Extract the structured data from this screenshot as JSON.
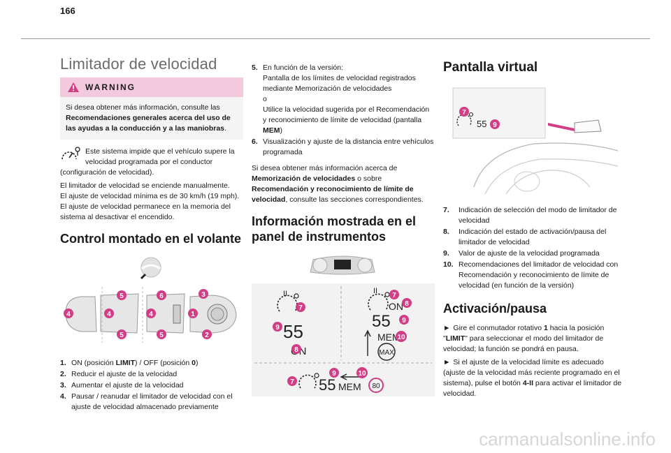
{
  "page": {
    "number": "166"
  },
  "col1": {
    "title": "Limitador de velocidad",
    "warning": {
      "heading": "WARNING",
      "text_before": "Si desea obtener más información, consulte las ",
      "text_bold": "Recomendaciones generales acerca del uso de las ayudas a la conducción y a las maniobras",
      "text_after": "."
    },
    "intro_lines": [
      "Este sistema impide que el vehículo supere la velocidad programada por el conductor (configuración de velocidad).",
      "El limitador de velocidad se enciende manualmente.",
      "El ajuste de velocidad mínima es de 30 km/h (19 mph).",
      "El ajuste de velocidad permanece en la memoria del sistema al desactivar el encendido."
    ],
    "heading2": "Control montado en el volante",
    "list": [
      {
        "num": "1.",
        "pre": "ON (posición ",
        "b1": "LIMIT",
        "mid": ") / OFF (posición ",
        "b2": "0",
        "post": ")"
      },
      {
        "num": "2.",
        "text": "Reducir el ajuste de la velocidad"
      },
      {
        "num": "3.",
        "text": "Aumentar el ajuste de la velocidad"
      },
      {
        "num": "4.",
        "text": "Pausar / reanudar el limitador de velocidad con el ajuste de velocidad almacenado previamente"
      }
    ],
    "figure_labels": [
      "5",
      "6",
      "3",
      "4",
      "4",
      "4",
      "1",
      "5",
      "5",
      "2"
    ]
  },
  "col2": {
    "list": [
      {
        "num": "5.",
        "lines": [
          "En función de la versión:",
          "Pantalla de los límites de velocidad registrados mediante Memorización de velocidades",
          "o",
          "Utilice la velocidad sugerida por el Recomendación y reconocimiento de límite de velocidad (pantalla "
        ],
        "bold_end": "MEM",
        "end": ")"
      },
      {
        "num": "6.",
        "text": "Visualización y ajuste de la distancia entre vehículos programada"
      }
    ],
    "para": {
      "t1": "Si desea obtener más información acerca de ",
      "b1": "Memorización de velocidades",
      "t2": " o sobre ",
      "b2": "Recomendación y reconocimiento de límite de velocidad",
      "t3": ", consulte las secciones correspondientes."
    },
    "heading": "Información mostrada en el panel de instrumentos",
    "display": {
      "speed": "55",
      "on": "ON",
      "mem": "MEM",
      "max": "MAX",
      "limit": "80",
      "labels": [
        "7",
        "9",
        "8",
        "7",
        "8",
        "9",
        "10",
        "9",
        "10",
        "7"
      ]
    }
  },
  "col3": {
    "heading": "Pantalla virtual",
    "display": {
      "speed": "55",
      "labels": [
        "7",
        "9"
      ]
    },
    "list": [
      {
        "num": "7.",
        "text": "Indicación de selección del modo de limitador de velocidad"
      },
      {
        "num": "8.",
        "text": "Indicación del estado de activación/pausa del limitador de velocidad"
      },
      {
        "num": "9.",
        "text": "Valor de ajuste de la velocidad programada"
      },
      {
        "num": "10.",
        "text": "Recomendaciones del limitador de velocidad con Recomendación y reconocimiento de límite de velocidad (en función de la versión)"
      }
    ],
    "heading2": "Activación/pausa",
    "steps": [
      {
        "pre": "Gire el conmutador rotativo ",
        "b1": "1",
        "mid": " hacia la posición \"",
        "b2": "LIMIT",
        "post": "\" para seleccionar el modo del limitador de velocidad; la función se pondrá en pausa."
      },
      {
        "pre": "Si el ajuste de la velocidad límite es adecuado (ajuste de la velocidad más reciente programado en el sistema), pulse el botón ",
        "b1": "4-II",
        "post": " para activar el limitador de velocidad."
      }
    ]
  },
  "watermark": "carmanualsonline.info",
  "colors": {
    "accent": "#d13e85",
    "warning_bg": "#f2c9dd",
    "panel_bg": "#f2f2f2"
  },
  "icons": [
    "warning-icon",
    "speed-limiter-icon",
    "steering-wheel-icon",
    "arrow-right-icon"
  ]
}
